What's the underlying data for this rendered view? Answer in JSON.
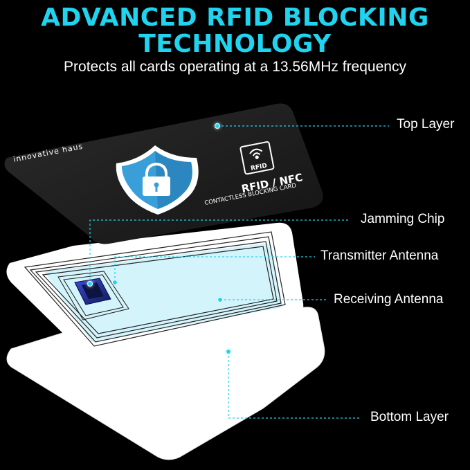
{
  "header": {
    "title_line1": "ADVANCED RFID BLOCKING",
    "title_line2": "TECHNOLOGY",
    "subtitle": "Protects all cards operating at a 13.56MHz frequency"
  },
  "card": {
    "brand": "innovative haus",
    "badge": "RFID",
    "type": "RFID / NFC",
    "caption": "CONTACTLESS BLOCKING CARD"
  },
  "labels": {
    "top_layer": "Top Layer",
    "jamming_chip": "Jamming Chip",
    "transmitter_antenna": "Transmitter Antenna",
    "receiving_antenna": "Receiving Antenna",
    "bottom_layer": "Bottom Layer"
  },
  "colors": {
    "accent": "#20d3ee",
    "background": "#000000",
    "card_top": "#222222",
    "shield": "#3a9fd8"
  },
  "icons": [
    "shield-lock-icon",
    "wireless-signal-icon"
  ]
}
